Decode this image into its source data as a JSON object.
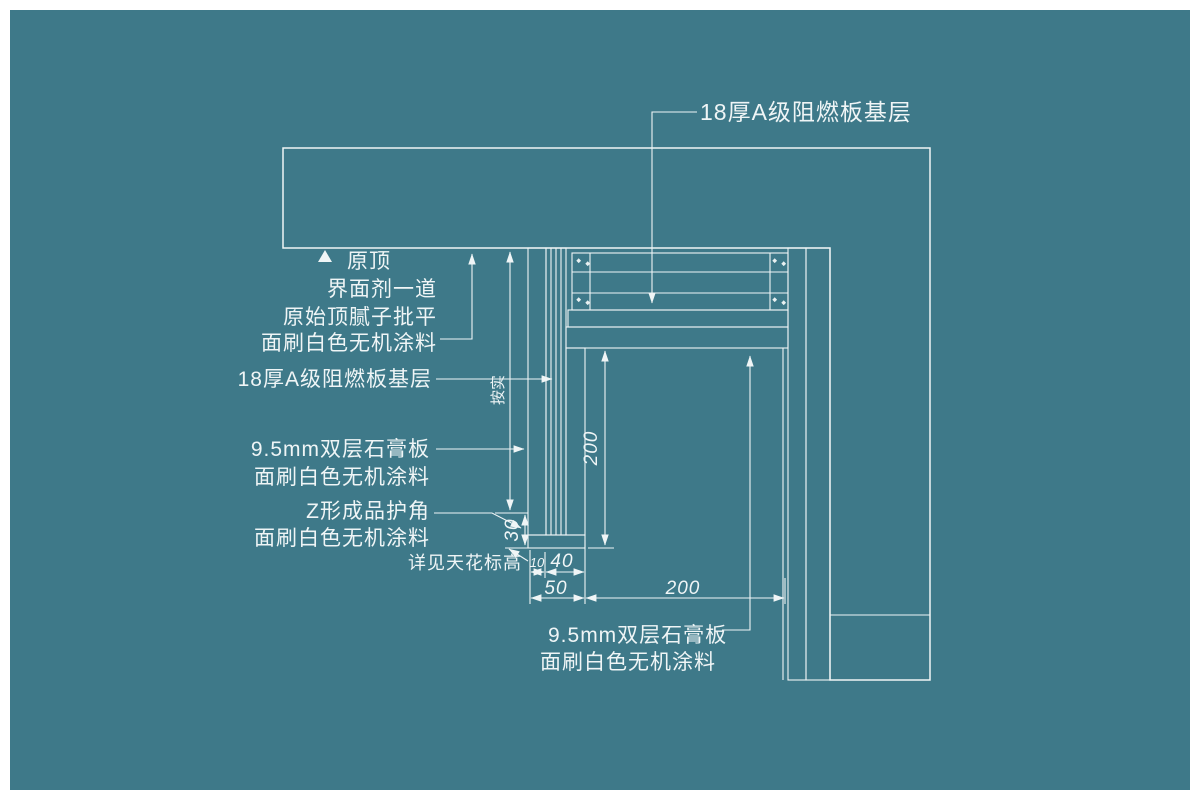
{
  "drawing": {
    "type": "ceiling-construction-detail",
    "colors": {
      "background": "#3E7989",
      "line": "#EFF5F6",
      "frame": "#FFFFFF"
    }
  },
  "labels": {
    "top_board": "18厚A级阻燃板基层",
    "original_ceiling": "原顶",
    "interface_agent": "界面剂一道",
    "putty_level": "原始顶腻子批平",
    "coating_a": "面刷白色无机涂料",
    "board_base_left": "18厚A级阻燃板基层",
    "gypsum_double_left": "9.5mm双层石膏板",
    "coating_b": "面刷白色无机涂料",
    "z_guard": "Z形成品护角",
    "coating_c": "面刷白色无机涂料",
    "ceiling_elev_note": "详见天花标高",
    "gypsum_double_bottom": "9.5mm双层石膏板",
    "coating_d": "面刷白色无机涂料"
  },
  "dimensions": {
    "plenum_height": "按实",
    "step_30": "30",
    "drop_height_200": "200",
    "lip_10": "10",
    "fascia_40": "40",
    "fascia_total_50": "50",
    "ceiling_width_200": "200"
  }
}
